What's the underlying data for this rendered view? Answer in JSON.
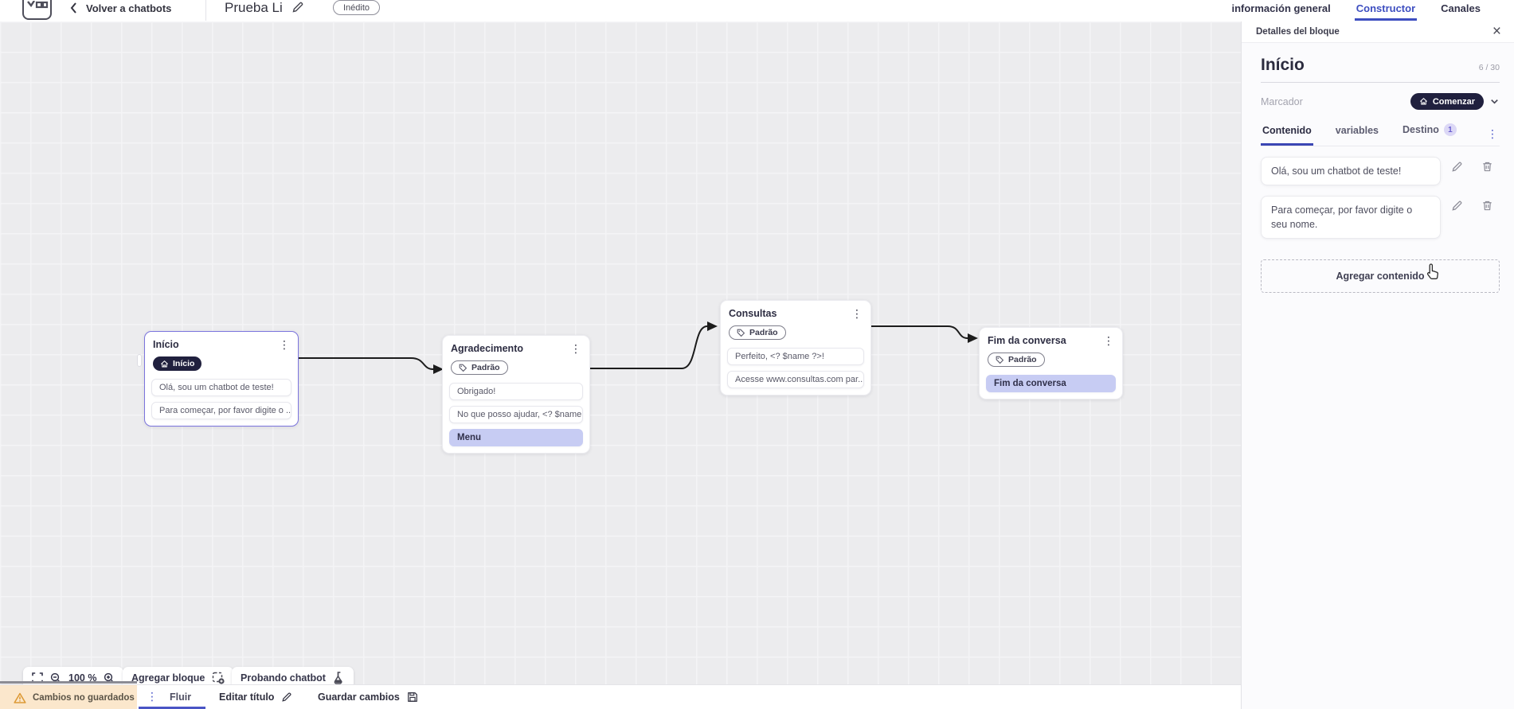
{
  "header": {
    "back_label": "Volver a chatbots",
    "title": "Prueba Li",
    "status_badge": "Inédito",
    "nav_tabs": [
      {
        "label": "información general"
      },
      {
        "label": "Constructor"
      },
      {
        "label": "Canales"
      }
    ]
  },
  "panel": {
    "title": "Detalles del bloque",
    "block_name": "Início",
    "char_counter": "6 / 30",
    "marker_label": "Marcador",
    "marker_value": "Comenzar",
    "tabs": [
      {
        "label": "Contenido"
      },
      {
        "label": "variables"
      },
      {
        "label": "Destino",
        "badge": "1"
      }
    ],
    "contents": [
      "Olá, sou um chatbot de teste!",
      "Para começar, por favor digite o seu nome."
    ],
    "add_content_label": "Agregar contenido"
  },
  "canvas": {
    "zoom_level": "100 %",
    "add_block_label": "Agregar bloque",
    "test_chatbot_label": "Probando chatbot",
    "nodes": [
      {
        "title": "Início",
        "badge": "Início",
        "rows": [
          {
            "text": "Olá, sou um chatbot de teste!"
          },
          {
            "text": "Para começar, por favor digite o ..."
          }
        ]
      },
      {
        "title": "Agradecimento",
        "badge": "Padrão",
        "rows": [
          {
            "text": "Obrigado!"
          },
          {
            "text": "No que posso ajudar, <? $name ..."
          },
          {
            "text": "Menu"
          }
        ]
      },
      {
        "title": "Consultas",
        "badge": "Padrão",
        "rows": [
          {
            "text": "Perfeito, <? $name ?>!"
          },
          {
            "text": "Acesse www.consultas.com par..."
          }
        ]
      },
      {
        "title": "Fim da conversa",
        "badge": "Padrão",
        "rows": [
          {
            "text": "Fim da conversa"
          }
        ]
      }
    ]
  },
  "footer": {
    "warning_label": "Cambios no guardados",
    "flow_tab_label": "Fluir",
    "edit_title_label": "Editar título",
    "save_label": "Guardar cambios"
  },
  "colors": {
    "accent_blue": "#3D4EC0",
    "dark_pill": "#20203E",
    "selected_node_border": "#7B74DD",
    "highlight_row": "#C7CCF3",
    "warning_bg": "#FBE7CC",
    "warning_icon": "#DD9A36",
    "destino_badge_bg": "#DCD8F6",
    "destino_badge_text": "#6A5ED0"
  }
}
